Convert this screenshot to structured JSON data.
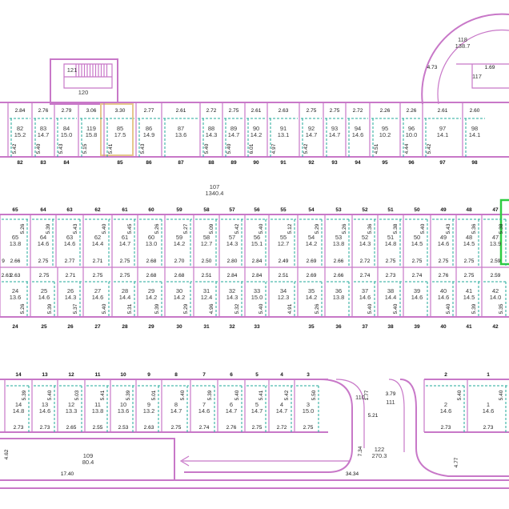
{
  "colors": {
    "wall": "#c878c8",
    "divider": "#22a89a",
    "highlight": "#2ecc40",
    "text": "#111111"
  },
  "upper_rooms": [
    {
      "id": "82",
      "area": "15.2",
      "top": "2.84",
      "side": "5.42",
      "bottom": "82"
    },
    {
      "id": "83",
      "area": "14.7",
      "top": "2.76",
      "side": "5.40",
      "bottom": "83"
    },
    {
      "id": "84",
      "area": "15.0",
      "top": "2.79",
      "side": "5.43",
      "bottom": "84"
    },
    {
      "id": "119",
      "area": "15.8",
      "top": "3.06",
      "side": "5.15",
      "bottom": ""
    },
    {
      "id": "85",
      "area": "17.5",
      "top": "3.30",
      "side": "5.41",
      "bottom": "85"
    },
    {
      "id": "86",
      "area": "14.9",
      "top": "2.77",
      "side": "5.43",
      "bottom": "86"
    },
    {
      "id": "87",
      "area": "13.6",
      "top": "2.61",
      "side": "",
      "bottom": "87"
    },
    {
      "id": "88",
      "area": "14.3",
      "top": "2.72",
      "side": "5.40",
      "bottom": "88"
    },
    {
      "id": "89",
      "area": "14.7",
      "top": "2.75",
      "side": "5.40",
      "bottom": "89"
    },
    {
      "id": "90",
      "area": "14.2",
      "top": "2.61",
      "side": "6.01",
      "bottom": "90"
    },
    {
      "id": "91",
      "area": "13.1",
      "top": "2.63",
      "side": "4.97",
      "bottom": "91"
    },
    {
      "id": "92",
      "area": "14.7",
      "top": "2.75",
      "side": "5.42",
      "bottom": "92"
    },
    {
      "id": "93",
      "area": "14.7",
      "top": "2.75",
      "side": "",
      "bottom": "93"
    },
    {
      "id": "94",
      "area": "14.6",
      "top": "2.72",
      "side": "",
      "bottom": "94"
    },
    {
      "id": "95",
      "area": "10.2",
      "top": "2.26",
      "side": "4.51",
      "bottom": "95"
    },
    {
      "id": "96",
      "area": "10.0",
      "top": "2.26",
      "side": "4.44",
      "bottom": "96"
    },
    {
      "id": "97",
      "area": "14.1",
      "top": "2.61",
      "side": "5.42",
      "bottom": "97"
    },
    {
      "id": "98",
      "area": "14.1",
      "top": "2.60",
      "side": "",
      "bottom": "98"
    }
  ],
  "mid_upper_rooms": [
    {
      "id": "65",
      "area": "13.8",
      "num": "65",
      "side": "5.26",
      "bottom": "2.66"
    },
    {
      "id": "64",
      "area": "14.6",
      "num": "64",
      "side": "5.39",
      "bottom": "2.75"
    },
    {
      "id": "63",
      "area": "14.6",
      "num": "63",
      "side": "5.43",
      "bottom": "2.77"
    },
    {
      "id": "62",
      "area": "14.4",
      "num": "62",
      "side": "5.40",
      "bottom": "2.71"
    },
    {
      "id": "61",
      "area": "14.7",
      "num": "61",
      "side": "5.45",
      "bottom": "2.75"
    },
    {
      "id": "60",
      "area": "13.0",
      "num": "60",
      "side": "5.26",
      "bottom": "2.68"
    },
    {
      "id": "59",
      "area": "14.2",
      "num": "59",
      "side": "5.27",
      "bottom": "2.70"
    },
    {
      "id": "58",
      "area": "12.7",
      "num": "58",
      "side": "5.09",
      "bottom": "2.50"
    },
    {
      "id": "57",
      "area": "14.3",
      "num": "57",
      "side": "5.42",
      "bottom": "2.80"
    },
    {
      "id": "56",
      "area": "15.1",
      "num": "56",
      "side": "5.40",
      "bottom": "2.84"
    },
    {
      "id": "55",
      "area": "12.7",
      "num": "55",
      "side": "5.12",
      "bottom": "2.49"
    },
    {
      "id": "54",
      "area": "14.2",
      "num": "54",
      "side": "5.29",
      "bottom": "2.69"
    },
    {
      "id": "53",
      "area": "13.8",
      "num": "53",
      "side": "5.26",
      "bottom": "2.66"
    },
    {
      "id": "52",
      "area": "14.3",
      "num": "52",
      "side": "5.36",
      "bottom": "2.72"
    },
    {
      "id": "51",
      "area": "14.8",
      "num": "51",
      "side": "5.38",
      "bottom": "2.75"
    },
    {
      "id": "50",
      "area": "14.5",
      "num": "50",
      "side": "5.40",
      "bottom": "2.75"
    },
    {
      "id": "49",
      "area": "14.6",
      "num": "49",
      "side": "5.43",
      "bottom": "2.75"
    },
    {
      "id": "48",
      "area": "14.5",
      "num": "48",
      "side": "5.36",
      "bottom": "2.75"
    },
    {
      "id": "47",
      "area": "13.9",
      "num": "47",
      "side": "5.38",
      "bottom": "2.59"
    }
  ],
  "mid_lower_rooms": [
    {
      "id": "24",
      "area": "13.6",
      "top": "2.63",
      "side": "5.26",
      "num": "24"
    },
    {
      "id": "25",
      "area": "14.6",
      "top": "2.75",
      "side": "5.39",
      "num": "25"
    },
    {
      "id": "26",
      "area": "14.3",
      "top": "2.71",
      "side": "5.37",
      "num": "26"
    },
    {
      "id": "27",
      "area": "14.6",
      "top": "2.75",
      "side": "5.40",
      "num": "27"
    },
    {
      "id": "28",
      "area": "14.4",
      "top": "2.75",
      "side": "5.31",
      "num": "28"
    },
    {
      "id": "29",
      "area": "14.2",
      "top": "2.68",
      "side": "5.39",
      "num": "29"
    },
    {
      "id": "30",
      "area": "14.2",
      "top": "2.68",
      "side": "5.29",
      "num": "30"
    },
    {
      "id": "31",
      "area": "12.4",
      "top": "2.51",
      "side": "4.96",
      "num": "31"
    },
    {
      "id": "32",
      "area": "14.3",
      "top": "2.84",
      "side": "5.32",
      "num": "32"
    },
    {
      "id": "33",
      "area": "15.0",
      "top": "2.84",
      "side": "5.40",
      "num": "33"
    },
    {
      "id": "34",
      "area": "12.3",
      "top": "2.51",
      "side": "4.91",
      "num": ""
    },
    {
      "id": "35",
      "area": "14.2",
      "top": "2.69",
      "side": "5.26",
      "num": "35"
    },
    {
      "id": "36",
      "area": "13.8",
      "top": "2.66",
      "side": "",
      "num": "36"
    },
    {
      "id": "37",
      "area": "14.6",
      "top": "2.74",
      "side": "5.40",
      "num": "37"
    },
    {
      "id": "38",
      "area": "14.4",
      "top": "2.73",
      "side": "5.40",
      "num": "38"
    },
    {
      "id": "39",
      "area": "14.6",
      "top": "2.74",
      "side": "",
      "num": "39"
    },
    {
      "id": "40",
      "area": "14.6",
      "top": "2.76",
      "side": "5.40",
      "num": "40"
    },
    {
      "id": "41",
      "area": "14.5",
      "top": "2.75",
      "side": "5.39",
      "num": "41"
    },
    {
      "id": "42",
      "area": "14.0",
      "top": "2.59",
      "side": "5.35",
      "num": "42"
    }
  ],
  "upper_mid_numbers": [
    "65",
    "64",
    "63",
    "62",
    "61",
    "60",
    "59",
    "58",
    "57",
    "56",
    "55",
    "54",
    "53",
    "52",
    "51",
    "50",
    "49",
    "48",
    "47"
  ],
  "left_edge_labels": [
    "9",
    "2.63"
  ],
  "lower_rooms": [
    {
      "id": "14",
      "area": "14.8",
      "num": "14",
      "side": "5.39",
      "bottom": "2.73"
    },
    {
      "id": "13",
      "area": "14.6",
      "num": "13",
      "side": "5.40",
      "bottom": "2.73"
    },
    {
      "id": "12",
      "area": "13.3",
      "num": "12",
      "side": "5.03",
      "bottom": "2.65"
    },
    {
      "id": "11",
      "area": "13.8",
      "num": "11",
      "side": "5.41",
      "bottom": "2.55"
    },
    {
      "id": "10",
      "area": "13.6",
      "num": "10",
      "side": "5.39",
      "bottom": "2.53"
    },
    {
      "id": "9",
      "area": "13.2",
      "num": "9",
      "side": "5.01",
      "bottom": "2.63"
    },
    {
      "id": "8",
      "area": "14.7",
      "num": "8",
      "side": "5.40",
      "bottom": "2.75"
    },
    {
      "id": "7",
      "area": "14.6",
      "num": "7",
      "side": "5.39",
      "bottom": "2.74"
    },
    {
      "id": "6",
      "area": "14.7",
      "num": "6",
      "side": "5.40",
      "bottom": "2.76"
    },
    {
      "id": "5",
      "area": "14.7",
      "num": "5",
      "side": "5.41",
      "bottom": "2.75"
    },
    {
      "id": "4",
      "area": "14.7",
      "num": "4",
      "side": "5.42",
      "bottom": "2.72"
    },
    {
      "id": "3",
      "area": "15.0",
      "num": "3",
      "side": "5.50",
      "bottom": "2.75"
    },
    {
      "id": "2",
      "area": "14.6",
      "num": "2",
      "side": "5.40",
      "bottom": "2.73"
    },
    {
      "id": "1",
      "area": "14.6",
      "num": "1",
      "side": "5.40",
      "bottom": "2.73"
    }
  ],
  "special": {
    "room118": {
      "id": "118",
      "area": "138.7",
      "dim": "4.73"
    },
    "room117": {
      "id": "117"
    },
    "room121": {
      "id": "121"
    },
    "room120": {
      "id": "120"
    },
    "room107": {
      "id": "107",
      "area": "1340.4"
    },
    "room109": {
      "id": "109",
      "area": "80.4",
      "dim1": "4.62",
      "dim2": "17.40"
    },
    "room122": {
      "id": "122",
      "area": "270.3",
      "dim1": "7.34",
      "dim2": "34.34",
      "dim3": "4.77"
    },
    "room110": {
      "id": "110",
      "dim": "1.77"
    },
    "room111": {
      "id": "111",
      "dim": "3.79"
    },
    "dim_521": "5.21",
    "dim_169": "1.69",
    "dim_226": "2.26"
  }
}
